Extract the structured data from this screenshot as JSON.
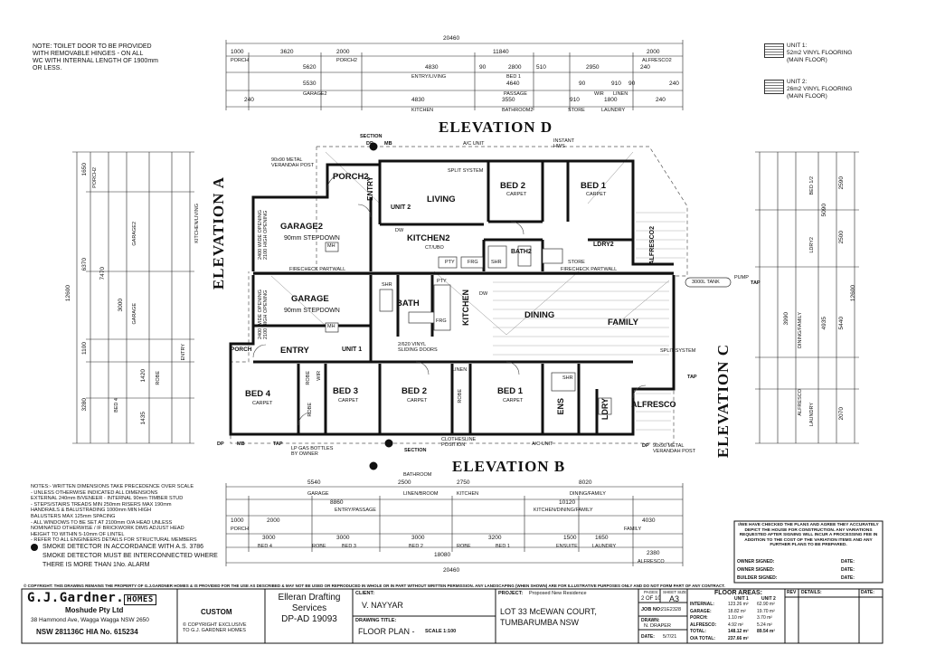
{
  "top_note": "NOTE: TOILET DOOR TO BE PROVIDED\nWITH REMOVABLE HINGES - ON ALL\nWC WITH INTERNAL LENGTH OF 1900mm\nOR LESS.",
  "legend": [
    {
      "label": "UNIT 1:\n52m2 VINYL FLOORING\n(MAIN FLOOR)"
    },
    {
      "label": "UNIT 2:\n26m2 VINYL FLOORING\n(MAIN FLOOR)"
    }
  ],
  "elevations": {
    "d": "ELEVATION D",
    "b": "ELEVATION B",
    "a": "ELEVATION A",
    "c": "ELEVATION C",
    "section": "SECTION"
  },
  "top_dims": {
    "total": "20460",
    "row1": [
      "1000",
      "3620",
      "2000",
      "11840",
      "2000"
    ],
    "row1_labels": [
      "PORCH",
      "PORCH2",
      "ALFRESCO2"
    ],
    "row2": [
      "5620",
      "4830",
      "90",
      "2800",
      "510",
      "2950",
      "240"
    ],
    "row2_labels": [
      "ENTRY/LIVING",
      "BED 1"
    ],
    "row3": [
      "5530",
      "4640",
      "90",
      "910",
      "90",
      "240"
    ],
    "row3_labels": [
      "GARAGE2",
      "PASSAGE",
      "WIR",
      "LINEN"
    ],
    "row4": [
      "240",
      "4830",
      "3550",
      "910",
      "1800",
      "240"
    ],
    "row4_labels": [
      "KITCHEN",
      "BATHROOM2",
      "STORE",
      "LAUNDRY"
    ]
  },
  "bottom_dims": {
    "row1": [
      "5540",
      "2500",
      "2750",
      "8020"
    ],
    "row1_labels": [
      "BATHROOM",
      "GARAGE",
      "LINEN/BROOM",
      "KITCHEN",
      "DINING/FAMILY"
    ],
    "row2": [
      "8860",
      "10120"
    ],
    "row2_labels": [
      "ENTRY/PASSAGE",
      "KITCHEN/DINING/FAMILY"
    ],
    "row3": [
      "1000",
      "2000",
      "4030"
    ],
    "row3_labels": [
      "PORCH",
      "FAMILY"
    ],
    "row4": [
      "3000",
      "3000",
      "3000",
      "3200",
      "1500",
      "1650"
    ],
    "row4_labels": [
      "BED 4",
      "ROBE",
      "BED 3",
      "BED 2",
      "ROBE",
      "BED 1",
      "ENSUITE",
      "LAUNDRY"
    ],
    "row5": [
      "18080",
      "2380"
    ],
    "row5_labels": [
      "ALFRESCO"
    ],
    "total": "20460"
  },
  "side_dims": {
    "left_total": "12600",
    "left": [
      "1650",
      "6370",
      "7470",
      "3000",
      "1100",
      "3280",
      "1420",
      "1435"
    ],
    "left_labels": [
      "PORCH2",
      "GARAGE2",
      "KITCHEN/LIVING",
      "GARAGE",
      "ENTRY",
      "BED 4",
      "ROBE"
    ],
    "right_total": "12600",
    "right": [
      "2590",
      "5090",
      "2500",
      "3990",
      "4935",
      "5440",
      "2070"
    ],
    "right_labels": [
      "BED 1/2",
      "LDRY2",
      "DINING/FAMILY",
      "ALFRESCO",
      "LAUNDRY"
    ]
  },
  "rooms": {
    "porch2": "PORCH2",
    "entry2": "ENTRY",
    "living": "LIVING",
    "unit2": "UNIT 2",
    "bed2_u2": "BED 2",
    "bed1_u2": "BED 1",
    "carpet": "CARPET",
    "garage2": "GARAGE2",
    "stepdown": "90mm STEPDOWN",
    "kitchen2": "KITCHEN2",
    "ct_ubo": "CT/UBO",
    "bath2": "BATH2",
    "ldry2": "LDRY2",
    "alfresco2": "ALFRESCO2",
    "garage": "GARAGE",
    "bath": "BATH",
    "kitchen": "KITCHEN",
    "dining": "DINING",
    "family": "FAMILY",
    "porch": "PORCH",
    "entry": "ENTRY",
    "unit1": "UNIT 1",
    "bed4": "BED 4",
    "bed3": "BED 3",
    "bed2": "BED 2",
    "bed1": "BED 1",
    "ens": "ENS",
    "ldry": "LDRY",
    "alfresco": "ALFRESCO",
    "robe": "ROBE",
    "wir": "WIR",
    "linen": "LINEN",
    "store": "STORE",
    "pty": "PTY",
    "frg": "FRG",
    "shr": "SHR",
    "dw": "DW",
    "mh": "MH",
    "firecheck": "FIRECHECK PARTWALL",
    "split_system": "SPLIT SYSTEM",
    "tank": "3000L TANK",
    "pump": "PUMP",
    "tap": "TAP",
    "dp": "DP",
    "mb": "MB",
    "ac_unit": "A/C UNIT",
    "instant_hws": "INSTANT HWS",
    "gas_bottles": "LP GAS BOTTLES\nBY OWNER",
    "clothesline": "CLOTHESLINE\nPOSITION",
    "garage_door": "2400 WIDE OPENING\n2100 HIGH OPENING",
    "verandah_post": "90x90 METAL\nVERANDAH POST",
    "sliding": "2/620 VINYL\nSLIDING DOORS"
  },
  "notes": "NOTES:- WRITTEN DIMENSIONS TAKE PRECEDENCE OVER SCALE\n - UNLESS OTHERWISE INDICATED ALL DIMENSIONS\n   EXTERNAL 240mm B/VENEER - INTERNAL 90mm TIMBER STUD\n - STEPS/STAIRS TREADS MIN 250mm RISERS MAX 190mm\n   HANDRAILS & BALUSTRADING 1000mm MIN HIGH\n   BALUSTERS MAX 125mm SPACING\n - ALL WINDOWS TO BE SET AT 2100mm O/A HEAD UNLESS\n   NOMINATED OTHERWISE / IF BRICKWORK DIMS ADJUST HEAD\n   HEIGHT TO WITHIN 5-10mm OF LINTEL\n - REFER TO ALL ENGINEERS DETAILS FOR STRUCTURAL MEMBERS",
  "smoke_note": "SMOKE DETECTOR IN ACCORDANCE WITH A.S. 3786\nSMOKE DETECTOR MUST BE INTERCONNECTED WHERE\nTHERE IS MORE THAN 1No. ALARM",
  "agree_box": {
    "text": "I/WE HAVE CHECKED THE PLANS AND AGREE THEY ACCURATELY DEPICT THE HOUSE FOR CONSTRUCTION. ANY VARIATIONS REQUESTED AFTER SIGNING WILL INCUR A PROCESSING FEE IN ADDITION TO THE COST OF THE VARIATION ITEMS AND ANY FURTHER PLANS TO BE PREPARED.",
    "owner1": "OWNER SIGNED:",
    "owner2": "OWNER SIGNED:",
    "builder": "BUILDER SIGNED:",
    "date": "DATE:"
  },
  "copyright_line": "© COPYRIGHT: THIS DRAWING REMAINS THE PROPERTY OF G.J.GARDNER HOMES & IS PROVIDED FOR THE USE AS DESCRIBED & MAY NOT BE USED OR REPRODUCED IN WHOLE OR IN PART WITHOUT WRITTEN PERMISSION. ANY LANDSCAPING (WHEN SHOWN) ARE FOR ILLUSTRATIVE PURPOSES ONLY AND DO NOT FORM PART OF ANY CONTRACT.",
  "title_block": {
    "brand": "G.J.Gardner.",
    "brand_suffix": "HOMES",
    "company": "Moshude Pty Ltd",
    "address": "38 Hammond Ave, Wagga Wagga NSW 2650",
    "licence": "NSW 281136C HIA No. 615234",
    "custom": "CUSTOM",
    "copyright": "© COPYRIGHT EXCLUSIVE\nTO G.J. GARDNER HOMES",
    "drafting": "Elleran Drafting\nServices\nDP-AD 19093",
    "client_label": "CLIENT:",
    "client": "V. NAYYAR",
    "drawing_title_label": "DRAWING TITLE:",
    "drawing_title": "FLOOR PLAN -",
    "scale": "SCALE 1:100",
    "project_label": "PROJECT:",
    "project": "Proposed New Residence",
    "site": "LOT 33 McEWAN COURT,\nTUMBARUMBA NSW",
    "pages_label": "PAGES:",
    "pages": "2 OF 10",
    "sheet_label": "SHEET SIZE",
    "sheet": "A3",
    "job_label": "JOB NO:",
    "job": "21E2328",
    "drawn_label": "DRAWN:",
    "drawn": "N. DRAPER",
    "date_label": "DATE:",
    "date": "5/7/21",
    "areas_title": "FLOOR AREAS:",
    "unit1_label": "UNIT 1",
    "unit2_label": "UNIT 2",
    "areas": [
      {
        "label": "INTERNAL:",
        "u1": "123.26 m²",
        "u2": "62.90 m²"
      },
      {
        "label": "GARAGE:",
        "u1": "18.82 m²",
        "u2": "19.70 m²"
      },
      {
        "label": "PORCH:",
        "u1": "1.10 m²",
        "u2": "3.70 m²"
      },
      {
        "label": "ALFRESCO:",
        "u1": "4.92 m²",
        "u2": "5.24 m²"
      },
      {
        "label": "TOTAL:",
        "u1": "148.12 m²",
        "u2": "89.54 m²"
      },
      {
        "label": "O/A TOTAL:",
        "u1": "237.66 m²",
        "u2": ""
      }
    ],
    "rev_label": "REV",
    "details_label": "DETAILS:",
    "rev_date_label": "DATE:"
  }
}
